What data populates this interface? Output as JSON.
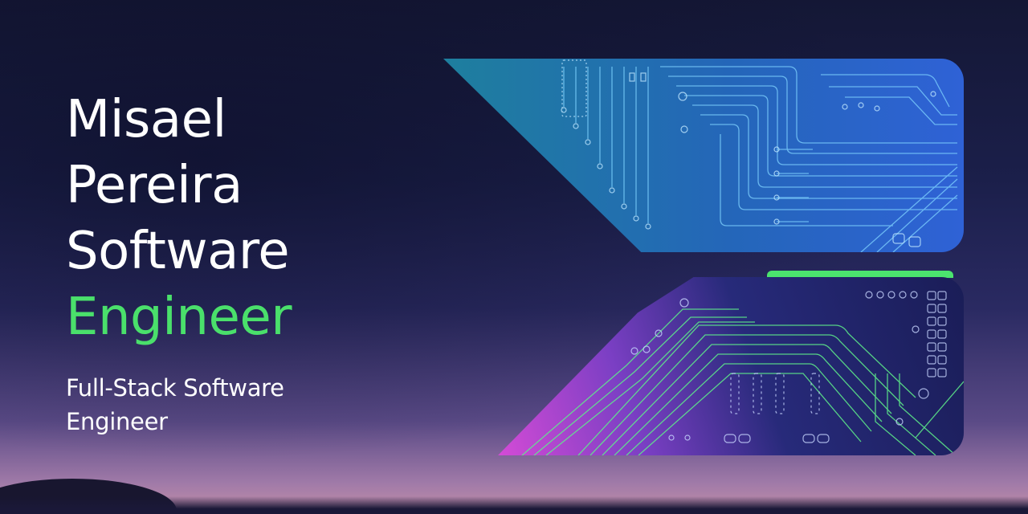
{
  "headline": {
    "line1": "Misael",
    "line2": "Pereira",
    "line3": "Software",
    "line4": "Engineer"
  },
  "subtitle": {
    "line1": "Full-Stack Software",
    "line2": "Engineer"
  },
  "colors": {
    "accent_green": "#4ae06b",
    "text_white": "#ffffff",
    "panel_top_blue": "#2466b9",
    "panel_bottom_purple": "#7b3fc4"
  },
  "decorations": {
    "top_panel": "circuit-board-graphic",
    "bottom_panel": "circuit-board-graphic"
  }
}
